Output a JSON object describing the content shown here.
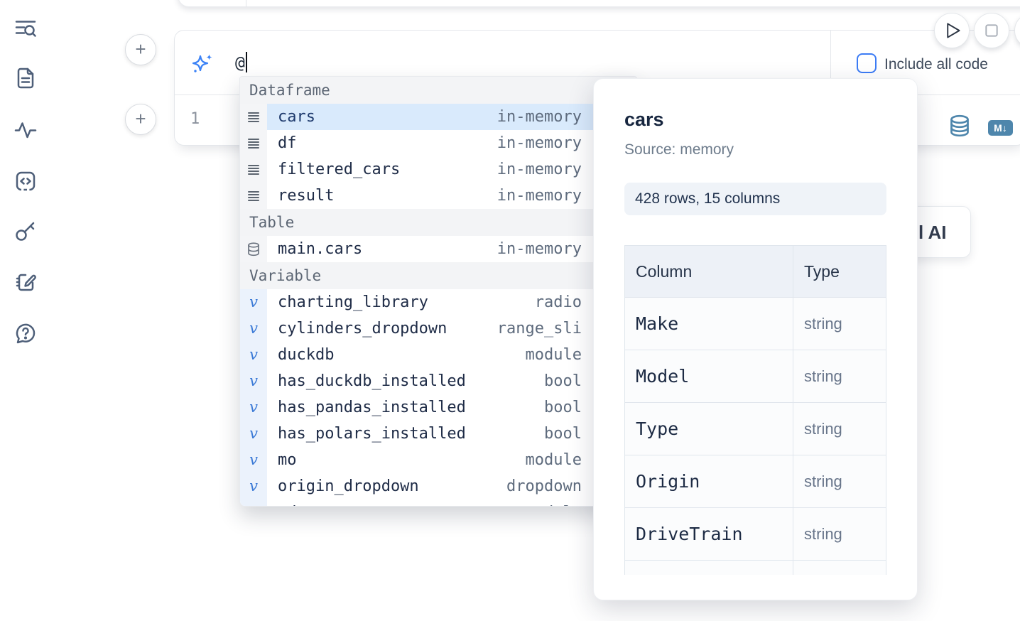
{
  "colors": {
    "accent_blue": "#3b82f6",
    "steel_blue": "#4e86ac",
    "selected_row_bg": "#d9eafc",
    "icon_slate": "#4e5f79"
  },
  "sidebar": {
    "icons": [
      "list-search-icon",
      "file-icon",
      "activity-icon",
      "snippets-icon",
      "key-icon",
      "notebook-pen-icon",
      "help-icon"
    ]
  },
  "add_buttons": {
    "label": "+"
  },
  "run_controls": {
    "play_icon": "play-icon",
    "stop_icon": "stop-icon"
  },
  "ai_prompt": {
    "value": "@"
  },
  "include_code": {
    "label": "Include all code",
    "checked": false
  },
  "cell": {
    "line_number": "1"
  },
  "cell_actions": {
    "database_icon": "database-icon",
    "markdown_badge": "M↓"
  },
  "autocomplete": {
    "sections": [
      {
        "label": "Dataframe",
        "items": [
          {
            "name": "cars",
            "type": "in-memory",
            "icon": "rows",
            "selected": true
          },
          {
            "name": "df",
            "type": "in-memory",
            "icon": "rows",
            "selected": false
          },
          {
            "name": "filtered_cars",
            "type": "in-memory",
            "icon": "rows",
            "selected": false
          },
          {
            "name": "result",
            "type": "in-memory",
            "icon": "rows",
            "selected": false
          }
        ]
      },
      {
        "label": "Table",
        "items": [
          {
            "name": "main.cars",
            "type": "in-memory",
            "icon": "database",
            "selected": false
          }
        ]
      },
      {
        "label": "Variable",
        "items": [
          {
            "name": "charting_library",
            "type": "radio",
            "icon": "variable",
            "selected": false
          },
          {
            "name": "cylinders_dropdown",
            "type": "range_sli",
            "icon": "variable",
            "selected": false
          },
          {
            "name": "duckdb",
            "type": "module",
            "icon": "variable",
            "selected": false
          },
          {
            "name": "has_duckdb_installed",
            "type": "bool",
            "icon": "variable",
            "selected": false
          },
          {
            "name": "has_pandas_installed",
            "type": "bool",
            "icon": "variable",
            "selected": false
          },
          {
            "name": "has_polars_installed",
            "type": "bool",
            "icon": "variable",
            "selected": false
          },
          {
            "name": "mo",
            "type": "module",
            "icon": "variable",
            "selected": false
          },
          {
            "name": "origin_dropdown",
            "type": "dropdown",
            "icon": "variable",
            "selected": false
          },
          {
            "name": "pd",
            "type": "module",
            "icon": "variable",
            "selected": false
          }
        ]
      }
    ]
  },
  "preview": {
    "title": "cars",
    "source": "Source: memory",
    "stats": "428 rows, 15 columns",
    "table": {
      "headers": [
        "Column",
        "Type"
      ],
      "rows": [
        [
          "Make",
          "string"
        ],
        [
          "Model",
          "string"
        ],
        [
          "Type",
          "string"
        ],
        [
          "Origin",
          "string"
        ],
        [
          "DriveTrain",
          "string"
        ],
        [
          "",
          ""
        ]
      ]
    }
  },
  "ai_card": {
    "visible_label": "l AI"
  }
}
